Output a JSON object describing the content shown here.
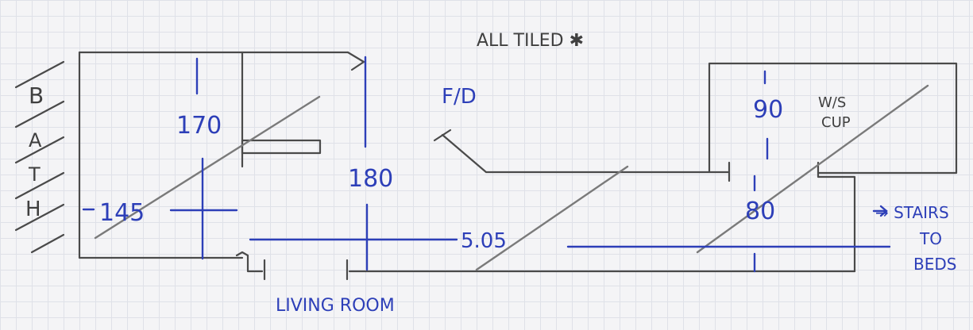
{
  "title": "ALL TILED ✱",
  "labels": {
    "bath": [
      "B",
      "A",
      "T",
      "H"
    ],
    "fid": "F/D",
    "living_room": "LIVING ROOM",
    "wc": [
      "W/S",
      "CUP"
    ],
    "stairs": [
      "→ STAIRS",
      "TO",
      "BEDS"
    ]
  },
  "dimensions": {
    "bath_height": "170",
    "bath_width": "145",
    "hall_height": "180",
    "hall_length": "5.05",
    "cupboard_height": "90",
    "cupboard_width": "80"
  }
}
